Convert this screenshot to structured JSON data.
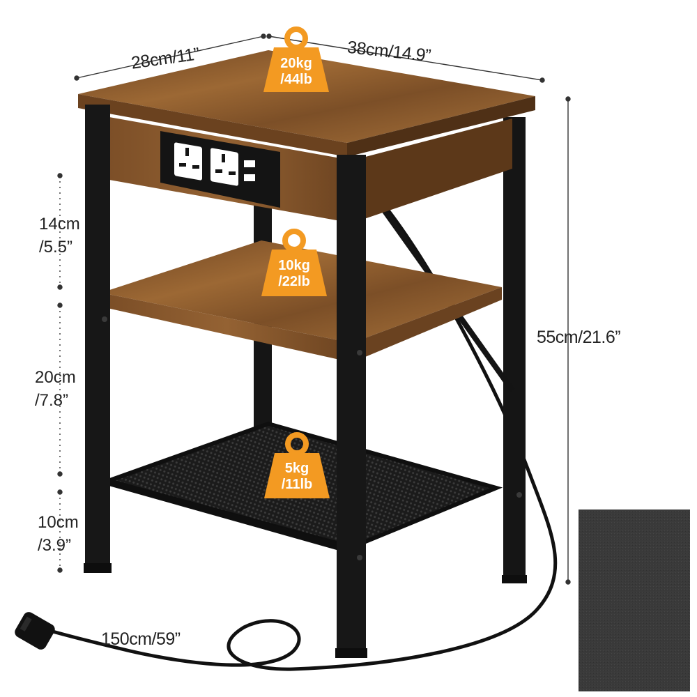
{
  "dimensions": {
    "depth": "28cm/11”",
    "width": "38cm/14.9”",
    "height": "55cm/21.6”",
    "gap_top": {
      "cm": "14cm",
      "inch": "/5.5”"
    },
    "gap_middle": {
      "cm": "20cm",
      "inch": "/7.8”"
    },
    "gap_bottom": {
      "cm": "10cm",
      "inch": "/3.9”"
    },
    "cable_length": "150cm/59”"
  },
  "load_badges": {
    "top": {
      "kg": "20kg",
      "lb": "/44lb"
    },
    "middle": {
      "kg": "10kg",
      "lb": "/22lb"
    },
    "bottom": {
      "kg": "5kg",
      "lb": "/11lb"
    }
  },
  "colors": {
    "wood": "#8a5a2e",
    "wood_dark": "#5e3a1c",
    "metal": "#161616",
    "badge": "#f39a22",
    "felt_pad": "#3a3a3a"
  }
}
